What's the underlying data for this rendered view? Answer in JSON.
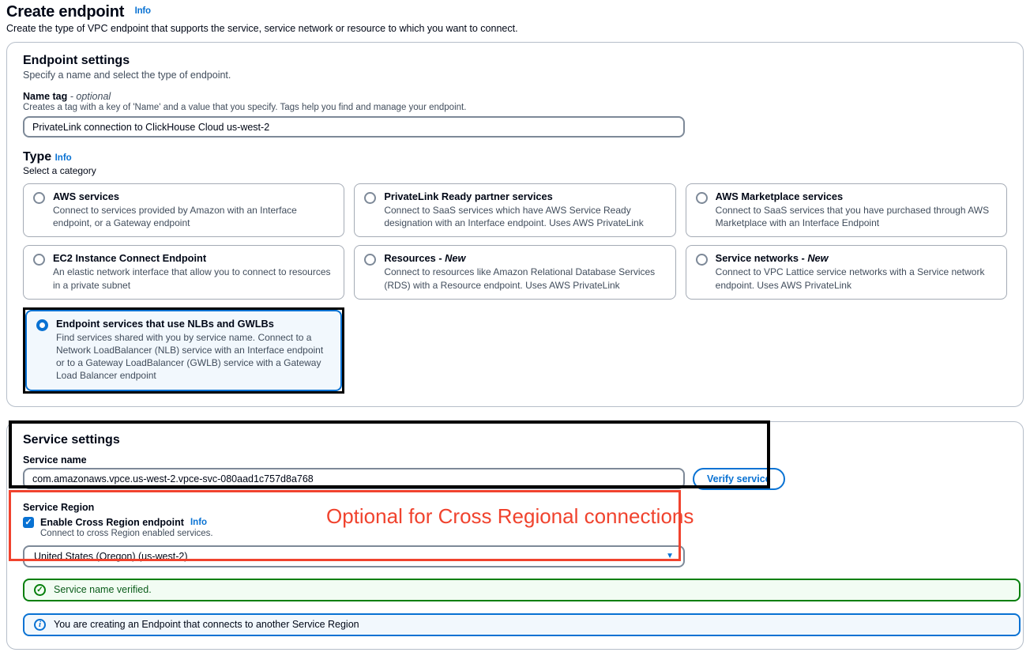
{
  "page": {
    "title": "Create endpoint",
    "info_label": "Info",
    "description": "Create the type of VPC endpoint that supports the service, service network or resource to which you want to connect."
  },
  "endpoint_settings": {
    "title": "Endpoint settings",
    "subtitle": "Specify a name and select the type of endpoint.",
    "name_tag": {
      "label": "Name tag",
      "optional": "- optional",
      "hint": "Creates a tag with a key of 'Name' and a value that you specify. Tags help you find and manage your endpoint.",
      "value": "PrivateLink connection to ClickHouse Cloud us-west-2"
    },
    "type": {
      "label": "Type",
      "info_label": "Info",
      "subtitle": "Select a category",
      "options": [
        {
          "title": "AWS services",
          "description": "Connect to services provided by Amazon with an Interface endpoint, or a Gateway endpoint",
          "selected": false
        },
        {
          "title": "PrivateLink Ready partner services",
          "description": "Connect to SaaS services which have AWS Service Ready designation with an Interface endpoint. Uses AWS PrivateLink",
          "selected": false
        },
        {
          "title": "AWS Marketplace services",
          "description": "Connect to SaaS services that you have purchased through AWS Marketplace with an Interface Endpoint",
          "selected": false
        },
        {
          "title": "EC2 Instance Connect Endpoint",
          "description": "An elastic network interface that allow you to connect to resources in a private subnet",
          "selected": false
        },
        {
          "title": "Resources -",
          "suffix": "New",
          "description": "Connect to resources like Amazon Relational Database Services (RDS) with a Resource endpoint. Uses AWS PrivateLink",
          "selected": false
        },
        {
          "title": "Service networks -",
          "suffix": "New",
          "description": "Connect to VPC Lattice service networks with a Service network endpoint. Uses AWS PrivateLink",
          "selected": false
        },
        {
          "title": "Endpoint services that use NLBs and GWLBs",
          "description": "Find services shared with you by service name. Connect to a Network LoadBalancer (NLB) service with an Interface endpoint or to a Gateway LoadBalancer (GWLB) service with a Gateway Load Balancer endpoint",
          "selected": true
        }
      ]
    }
  },
  "service_settings": {
    "title": "Service settings",
    "service_name": {
      "label": "Service name",
      "value": "com.amazonaws.vpce.us-west-2.vpce-svc-080aad1c757d8a768",
      "verify_button": "Verify service"
    },
    "service_region": {
      "label": "Service Region",
      "checkbox_label": "Enable Cross Region endpoint",
      "info_label": "Info",
      "checkbox_checked": true,
      "checkbox_glyph": "✓",
      "checkbox_hint": "Connect to cross Region enabled services.",
      "region_value": "United States (Oregon) (us-west-2)",
      "caret_glyph": "▼"
    },
    "annotation_note": "Optional for Cross Regional connections",
    "alerts": {
      "success_text": "Service name verified.",
      "success_glyph": "✓",
      "info_text": "You are creating an Endpoint that connects to another Service Region",
      "info_glyph": "i"
    }
  },
  "colors": {
    "accent_blue": "#0972d3",
    "selected_tile_bg": "#f2f8fd",
    "success_green": "#067f0c",
    "success_bg": "#f2fcf3",
    "info_bg": "#f2f8fd",
    "annotation_red": "#f0432e",
    "annotation_black": "#000000",
    "secondary_text": "#414d5c"
  }
}
